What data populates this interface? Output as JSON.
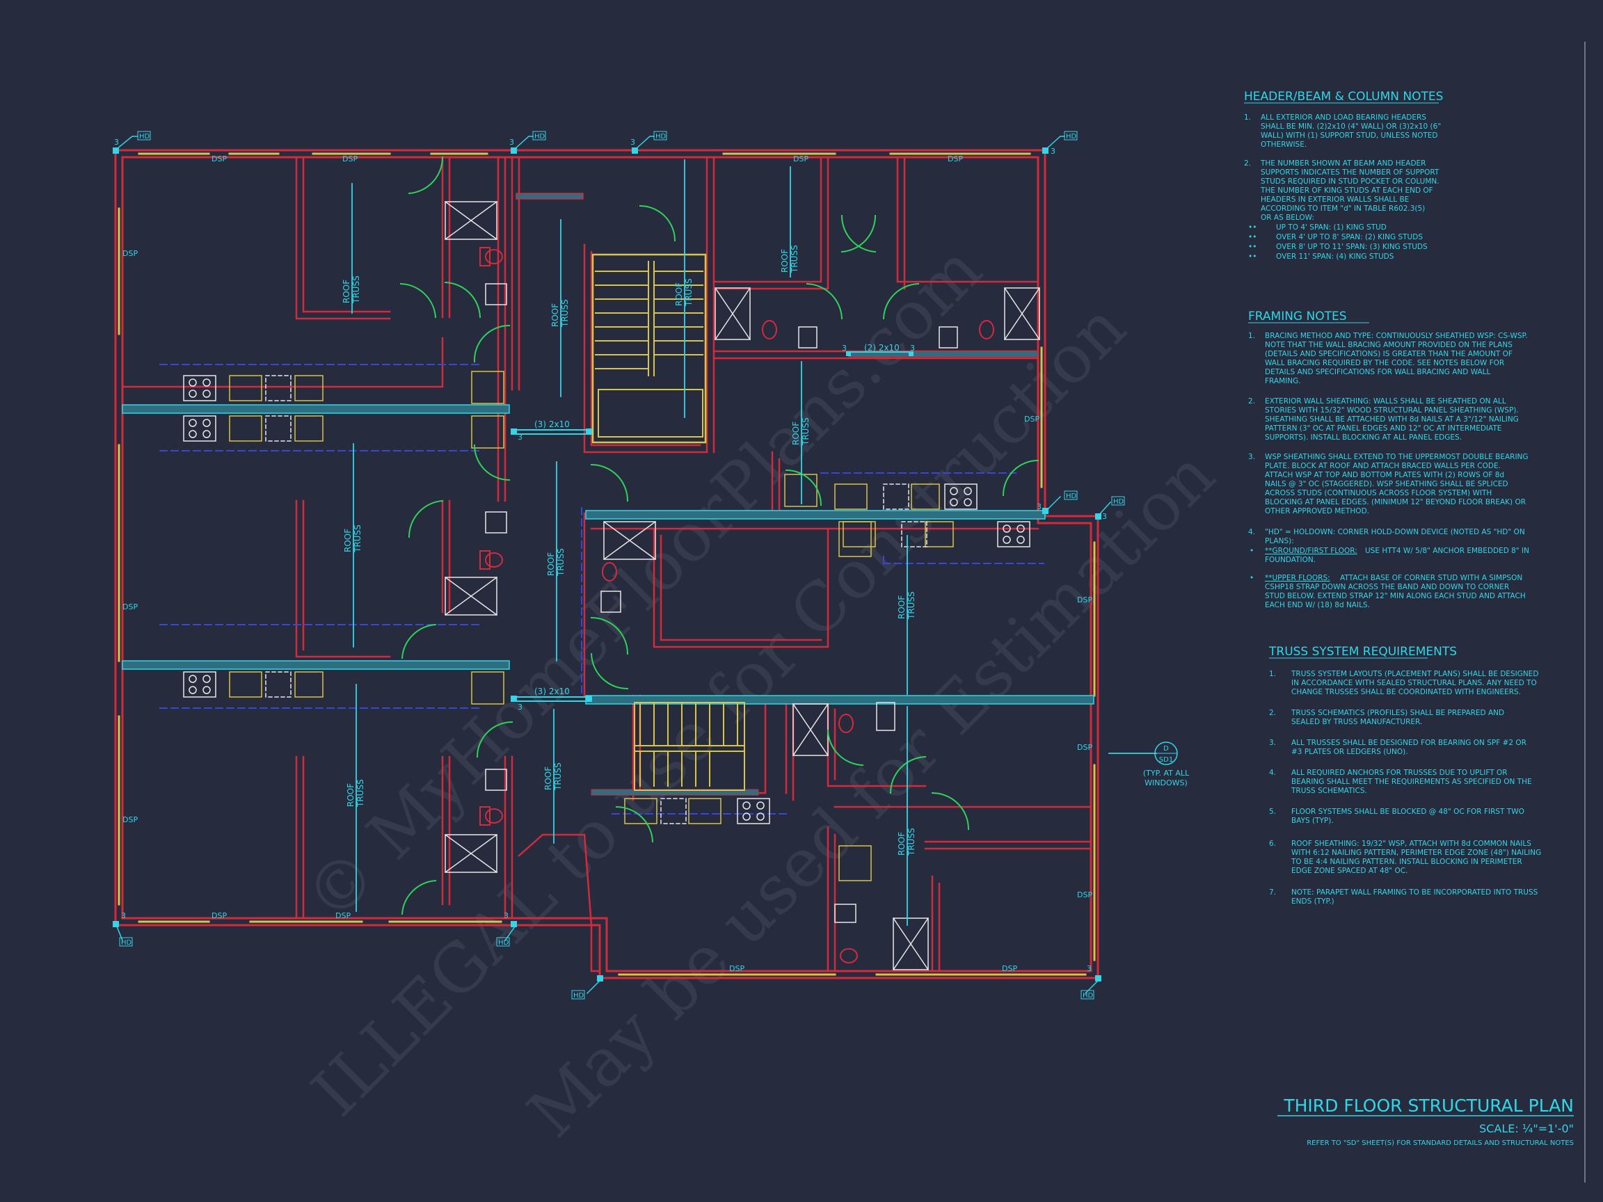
{
  "colors": {
    "background": "#262b3e",
    "wall": "#d42a3c",
    "cyan": "#33d6e6",
    "yellow": "#d9c548",
    "green": "#2fd25a",
    "blue_dashed": "#3646d8",
    "white": "#e8e8e8",
    "watermark": "#3a4052"
  },
  "watermark": {
    "line1": "© MyHomeFloorPlans.com",
    "line2": "ILLEGAL to use for Construction",
    "line3": "May be used for Estimation"
  },
  "plan_labels": {
    "dsp": "DSP",
    "hd": "HD",
    "roof": "ROOF",
    "truss": "TRUSS",
    "stud_count": "3",
    "beam_2x10_a": "(3) 2x10",
    "beam_2x10_b": "(2) 2x10",
    "beam_2x10_c": "(3) 2x10"
  },
  "section_tag": {
    "top": "D",
    "bottom": "SD1",
    "note_line1": "(TYP. AT ALL",
    "note_line2": "WINDOWS)"
  },
  "header_notes": {
    "heading": "HEADER/BEAM & COLUMN NOTES",
    "n1_num": "1.",
    "n1": [
      "ALL EXTERIOR AND LOAD BEARING HEADERS",
      "SHALL BE MIN. (2)2x10 (4\" WALL) OR (3)2x10 (6\"",
      "WALL) WITH (1) SUPPORT STUD, UNLESS NOTED",
      "OTHERWISE."
    ],
    "n2_num": "2.",
    "n2": [
      "THE NUMBER SHOWN AT BEAM AND HEADER",
      "SUPPORTS INDICATES THE NUMBER OF SUPPORT",
      "STUDS REQUIRED IN STUD POCKET OR COLUMN.",
      "THE NUMBER OF KING STUDS AT EACH END OF",
      "HEADERS IN EXTERIOR WALLS SHALL BE",
      "ACCORDING TO ITEM \"d\" IN TABLE R602.3(5)",
      "OR AS BELOW:"
    ],
    "bullets": [
      "UP TO 4' SPAN: (1) KING STUD",
      "OVER 4' UP TO 8' SPAN: (2) KING STUDS",
      "OVER 8' UP TO 11' SPAN: (3) KING STUDS",
      "OVER 11' SPAN: (4) KING STUDS"
    ]
  },
  "framing_notes": {
    "heading": "FRAMING NOTES",
    "n1_num": "1.",
    "n1": [
      "BRACING METHOD AND TYPE: CONTINUOUSLY SHEATHED WSP: CS-WSP.",
      "NOTE THAT THE WALL BRACING AMOUNT PROVIDED ON THE PLANS",
      "(DETAILS AND SPECIFICATIONS) IS GREATER THAN THE AMOUNT OF",
      "WALL BRACING REQUIRED BY THE CODE. SEE NOTES BELOW FOR",
      "DETAILS AND SPECIFICATIONS FOR WALL BRACING AND WALL",
      "FRAMING."
    ],
    "n2_num": "2.",
    "n2": [
      "EXTERIOR WALL SHEATHING: WALLS SHALL BE SHEATHED ON ALL",
      "STORIES WITH 15/32\" WOOD STRUCTURAL PANEL SHEATHING (WSP).",
      "SHEATHING SHALL BE ATTACHED WITH 8d NAILS AT A 3\"/12\" NAILING",
      "PATTERN (3\" OC AT PANEL EDGES AND 12\" OC AT INTERMEDIATE",
      "SUPPORTS). INSTALL BLOCKING AT ALL PANEL EDGES."
    ],
    "n3_num": "3.",
    "n3": [
      "WSP SHEATHING SHALL EXTEND TO THE UPPERMOST DOUBLE BEARING",
      "PLATE. BLOCK AT ROOF AND ATTACH BRACED WALLS PER CODE.",
      "ATTACH WSP AT TOP AND BOTTOM PLATES WITH (2) ROWS OF 8d",
      "NAILS @ 3\" OC (STAGGERED). WSP SHEATHING SHALL BE SPLICED",
      "ACROSS STUDS (CONTINUOUS ACROSS FLOOR SYSTEM) WITH",
      "BLOCKING AT PANEL EDGES. (MINIMUM 12\" BEYOND FLOOR BREAK) OR",
      "OTHER APPROVED METHOD."
    ],
    "n4_num": "4.",
    "n4": [
      "\"HD\" = HOLDOWN: CORNER HOLD-DOWN DEVICE (NOTED AS \"HD\" ON",
      "PLANS):"
    ],
    "b1_label": "**GROUND/FIRST FLOOR:",
    "b1": [
      "USE HTT4 W/ 5/8\" ANCHOR EMBEDDED 8\" IN",
      "FOUNDATION."
    ],
    "b2_label": "**UPPER FLOORS:",
    "b2": [
      "ATTACH BASE OF CORNER STUD WITH A SIMPSON",
      "CSHP18 STRAP DOWN ACROSS THE BAND AND DOWN TO CORNER",
      "STUD BELOW. EXTEND STRAP 12\" MIN ALONG EACH STUD AND ATTACH",
      "EACH END W/ (18) 8d NAILS."
    ]
  },
  "truss_notes": {
    "heading": "TRUSS SYSTEM REQUIREMENTS",
    "items": [
      {
        "num": "1.",
        "lines": [
          "TRUSS SYSTEM LAYOUTS (PLACEMENT PLANS) SHALL BE DESIGNED",
          "IN ACCORDANCE WITH SEALED STRUCTURAL PLANS. ANY NEED TO",
          "CHANGE TRUSSES SHALL BE COORDINATED WITH ENGINEERS."
        ]
      },
      {
        "num": "2.",
        "lines": [
          "TRUSS SCHEMATICS (PROFILES) SHALL BE PREPARED AND",
          "SEALED BY TRUSS MANUFACTURER."
        ]
      },
      {
        "num": "3.",
        "lines": [
          "ALL TRUSSES SHALL BE DESIGNED FOR BEARING ON SPF #2 OR",
          "#3 PLATES OR LEDGERS (UNO)."
        ]
      },
      {
        "num": "4.",
        "lines": [
          "ALL REQUIRED ANCHORS FOR TRUSSES DUE TO UPLIFT OR",
          "BEARING SHALL MEET THE REQUIREMENTS AS SPECIFIED ON THE",
          "TRUSS SCHEMATICS."
        ]
      },
      {
        "num": "5.",
        "lines": [
          "FLOOR SYSTEMS SHALL BE BLOCKED @ 48\" OC FOR FIRST TWO",
          "BAYS (TYP)."
        ]
      },
      {
        "num": "6.",
        "lines": [
          "ROOF SHEATHING: 19/32\" WSP, ATTACH WITH 8d COMMON NAILS",
          "WITH 6:12 NAILING PATTERN, PERIMETER EDGE ZONE (48\") NAILING",
          "TO BE 4:4 NAILING PATTERN. INSTALL BLOCKING IN PERIMETER",
          "EDGE ZONE SPACED AT 48\" OC."
        ]
      },
      {
        "num": "7.",
        "lines": [
          "NOTE: PARAPET WALL FRAMING TO BE INCORPORATED INTO TRUSS",
          "ENDS (TYP.)"
        ]
      }
    ]
  },
  "title_block": {
    "title": "THIRD FLOOR STRUCTURAL PLAN",
    "scale": "SCALE: ¼\"=1'-0\"",
    "reference": "REFER TO \"SD\" SHEET(S) FOR STANDARD DETAILS AND STRUCTURAL NOTES"
  }
}
